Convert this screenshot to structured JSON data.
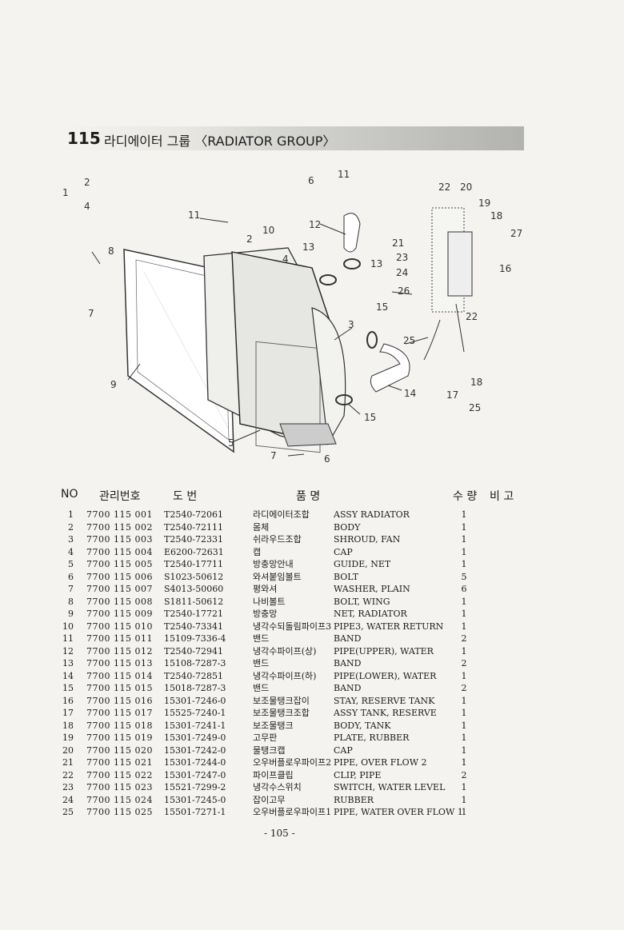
{
  "title": {
    "number": "115",
    "text": "라디에이터 그룹 〈RADIATOR GROUP〉"
  },
  "callouts": {
    "c1": "1",
    "c2": "2",
    "c4": "4",
    "c6": "6",
    "c11a": "11",
    "c11b": "11",
    "c10": "10",
    "c12": "12",
    "c13a": "13",
    "c13b": "13",
    "c2b": "2",
    "c4b": "4",
    "c8": "8",
    "c7": "7",
    "c3": "3",
    "c15a": "15",
    "c15b": "15",
    "c14": "14",
    "c9": "9",
    "c5": "5",
    "c7b": "7",
    "c6b": "6",
    "c22": "22",
    "c20": "20",
    "c19": "19",
    "c18": "18",
    "c27": "27",
    "c21": "21",
    "c23": "23",
    "c16": "16",
    "c24": "24",
    "c26": "26",
    "c22b": "22",
    "c25": "25",
    "c17": "17",
    "c18b": "18",
    "c25b": "25"
  },
  "table": {
    "headers": {
      "no": "NO",
      "code": "관리번호",
      "part": "도    번",
      "name": "품          명",
      "qty": "수 량",
      "remarks": "비 고"
    },
    "rows": [
      {
        "no": "1",
        "code": "7700 115 001",
        "part": "T2540-72061",
        "kr": "라디에이터조합",
        "en": "ASSY RADIATOR",
        "qty": "1"
      },
      {
        "no": "2",
        "code": "7700 115 002",
        "part": "T2540-72111",
        "kr": "몸체",
        "en": "BODY",
        "qty": "1"
      },
      {
        "no": "3",
        "code": "7700 115 003",
        "part": "T2540-72331",
        "kr": "쉬라우드조합",
        "en": "SHROUD, FAN",
        "qty": "1"
      },
      {
        "no": "4",
        "code": "7700 115 004",
        "part": "E6200-72631",
        "kr": "캡",
        "en": "CAP",
        "qty": "1"
      },
      {
        "no": "5",
        "code": "7700 115 005",
        "part": "T2540-17711",
        "kr": "방충망안내",
        "en": "GUIDE, NET",
        "qty": "1"
      },
      {
        "no": "6",
        "code": "7700 115 006",
        "part": "S1023-50612",
        "kr": "와셔붙임볼트",
        "en": "BOLT",
        "qty": "5"
      },
      {
        "no": "7",
        "code": "7700 115 007",
        "part": "S4013-50060",
        "kr": "평와셔",
        "en": "WASHER, PLAIN",
        "qty": "6"
      },
      {
        "no": "8",
        "code": "7700 115 008",
        "part": "S1811-50612",
        "kr": "나비볼트",
        "en": "BOLT, WING",
        "qty": "1"
      },
      {
        "no": "9",
        "code": "7700 115 009",
        "part": "T2540-17721",
        "kr": "방충망",
        "en": "NET, RADIATOR",
        "qty": "1"
      },
      {
        "no": "10",
        "code": "7700 115 010",
        "part": "T2540-73341",
        "kr": "냉각수되돌림파이프3",
        "en": "PIPE3, WATER RETURN",
        "qty": "1"
      },
      {
        "no": "11",
        "code": "7700 115 011",
        "part": "15109-7336-4",
        "kr": "밴드",
        "en": "BAND",
        "qty": "2"
      },
      {
        "no": "12",
        "code": "7700 115 012",
        "part": "T2540-72941",
        "kr": "냉각수파이프(상)",
        "en": "PIPE(UPPER), WATER",
        "qty": "1"
      },
      {
        "no": "13",
        "code": "7700 115 013",
        "part": "15108-7287-3",
        "kr": "밴드",
        "en": "BAND",
        "qty": "2"
      },
      {
        "no": "14",
        "code": "7700 115 014",
        "part": "T2540-72851",
        "kr": "냉각수파이프(하)",
        "en": "PIPE(LOWER), WATER",
        "qty": "1"
      },
      {
        "no": "15",
        "code": "7700 115 015",
        "part": "15018-7287-3",
        "kr": "밴드",
        "en": "BAND",
        "qty": "2"
      },
      {
        "no": "16",
        "code": "7700 115 016",
        "part": "15301-7246-0",
        "kr": "보조물탱크잡이",
        "en": "STAY, RESERVE TANK",
        "qty": "1"
      },
      {
        "no": "17",
        "code": "7700 115 017",
        "part": "15525-7240-1",
        "kr": "보조물탱크조합",
        "en": "ASSY TANK, RESERVE",
        "qty": "1"
      },
      {
        "no": "18",
        "code": "7700 115 018",
        "part": "15301-7241-1",
        "kr": "보조물탱크",
        "en": "BODY, TANK",
        "qty": "1"
      },
      {
        "no": "19",
        "code": "7700 115 019",
        "part": "15301-7249-0",
        "kr": "고무판",
        "en": "PLATE, RUBBER",
        "qty": "1"
      },
      {
        "no": "20",
        "code": "7700 115 020",
        "part": "15301-7242-0",
        "kr": "물탱크캡",
        "en": "CAP",
        "qty": "1"
      },
      {
        "no": "21",
        "code": "7700 115 021",
        "part": "15301-7244-0",
        "kr": "오우버플로우파이프2",
        "en": "PIPE, OVER FLOW 2",
        "qty": "1"
      },
      {
        "no": "22",
        "code": "7700 115 022",
        "part": "15301-7247-0",
        "kr": "파이프클립",
        "en": "CLIP, PIPE",
        "qty": "2"
      },
      {
        "no": "23",
        "code": "7700 115 023",
        "part": "15521-7299-2",
        "kr": "냉각수스위치",
        "en": "SWITCH, WATER LEVEL",
        "qty": "1"
      },
      {
        "no": "24",
        "code": "7700 115 024",
        "part": "15301-7245-0",
        "kr": "잡이고무",
        "en": "RUBBER",
        "qty": "1"
      },
      {
        "no": "25",
        "code": "7700 115 025",
        "part": "15501-7271-1",
        "kr": "오우버플로우파이프1",
        "en": "PIPE, WATER OVER FLOW 1",
        "qty": "1"
      }
    ]
  },
  "page_number": "- 105 -"
}
